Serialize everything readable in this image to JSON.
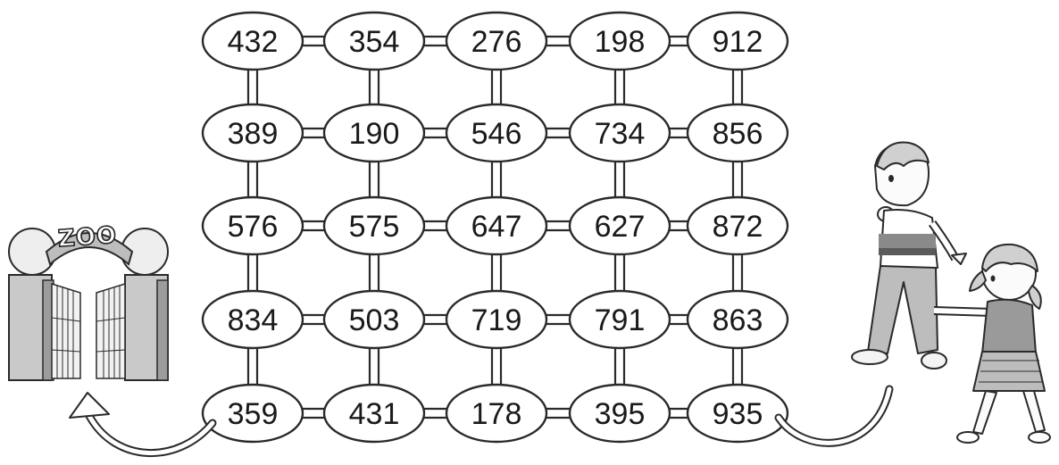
{
  "maze": {
    "rows": [
      [
        "432",
        "354",
        "276",
        "198",
        "912"
      ],
      [
        "389",
        "190",
        "546",
        "734",
        "856"
      ],
      [
        "576",
        "575",
        "647",
        "627",
        "872"
      ],
      [
        "834",
        "503",
        "719",
        "791",
        "863"
      ],
      [
        "359",
        "431",
        "178",
        "395",
        "935"
      ]
    ]
  },
  "gate": {
    "sign": "ZOO"
  },
  "colors": {
    "outline": "#2a2a2a",
    "node_fill": "#ffffff",
    "gate_grey": "#c8c8c8",
    "gate_dark": "#8a8a8a"
  }
}
